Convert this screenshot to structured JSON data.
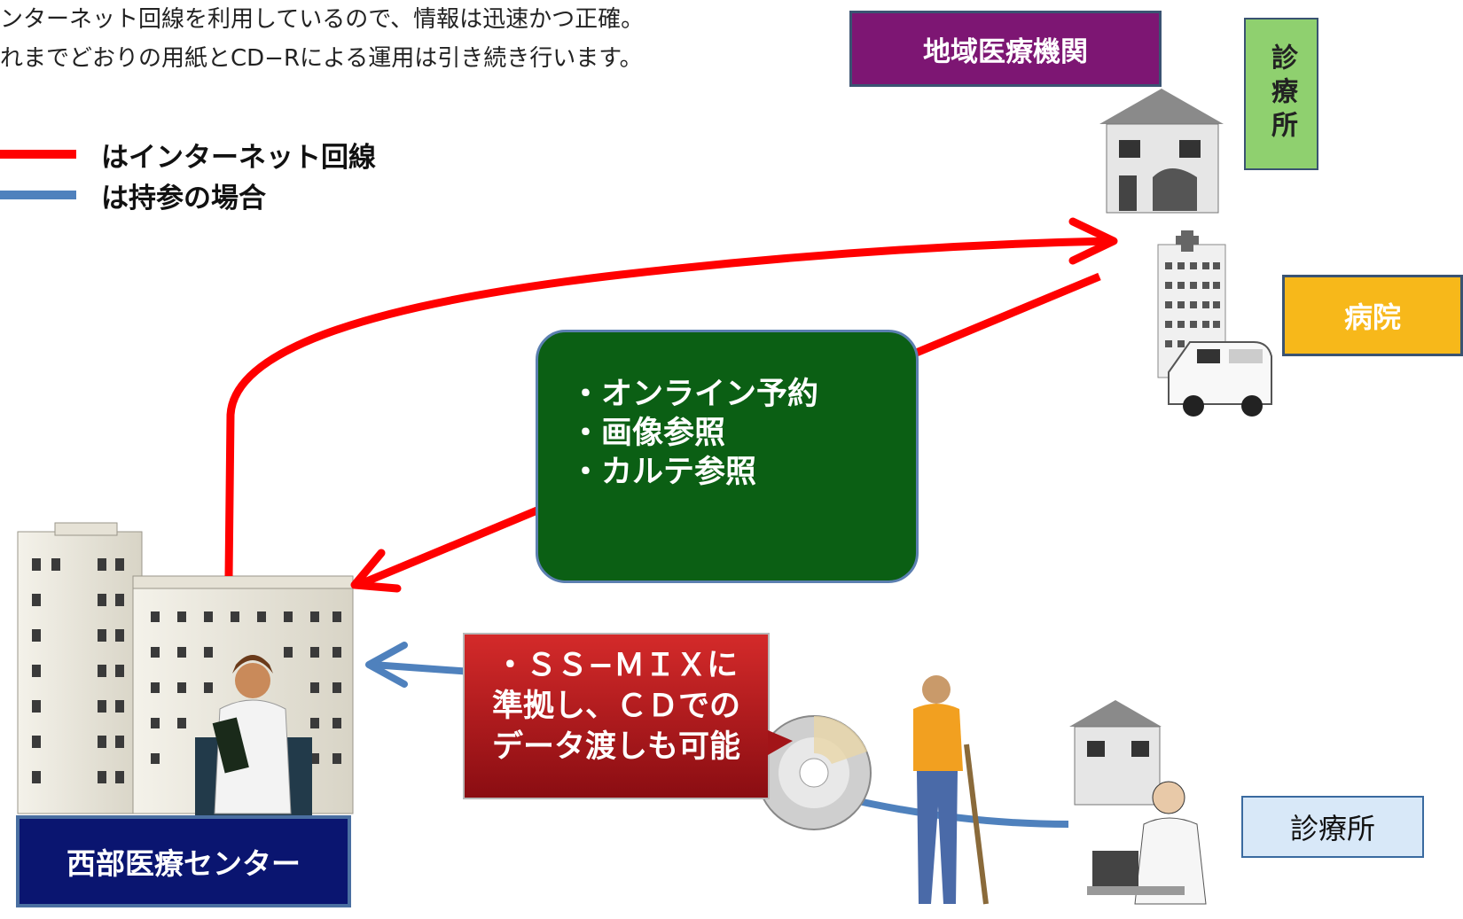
{
  "intro": {
    "line1": "ンターネット回線を利用しているので、情報は迅速かつ正確。",
    "line2": "れまでどおりの用紙とCD−Rによる運用は引き続き行います。"
  },
  "legend": {
    "internet_label": "はインターネット回線",
    "carry_label": "は持参の場合",
    "internet_color": "#ff0000",
    "carry_color": "#4f81bd"
  },
  "labels": {
    "regional_org": "地域医療機関",
    "clinic_vertical": "診療所",
    "hospital": "病院",
    "center": "西部医療センター",
    "clinic_bottom": "診療所"
  },
  "services": {
    "items": [
      "・オンライン予約",
      "・画像参照",
      "・カルテ参照"
    ]
  },
  "callout": {
    "lines": [
      "・ＳＳ−ＭＩＸに",
      "準拠し、ＣＤでの",
      "データ渡しも可能"
    ]
  }
}
